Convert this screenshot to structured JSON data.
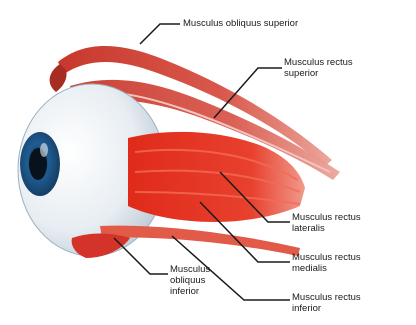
{
  "labels": {
    "oblique_superior": "Musculus obliquus superior",
    "rectus_superior": [
      "Musculus rectus",
      "superior"
    ],
    "rectus_lateralis": [
      "Musculus rectus",
      "lateralis"
    ],
    "rectus_medialis": [
      "Musculus rectus",
      "medialis"
    ],
    "rectus_inferior": [
      "Musculus rectus",
      "inferior"
    ],
    "oblique_inferior": [
      "Musculus",
      "obliquus",
      "inferior"
    ]
  }
}
